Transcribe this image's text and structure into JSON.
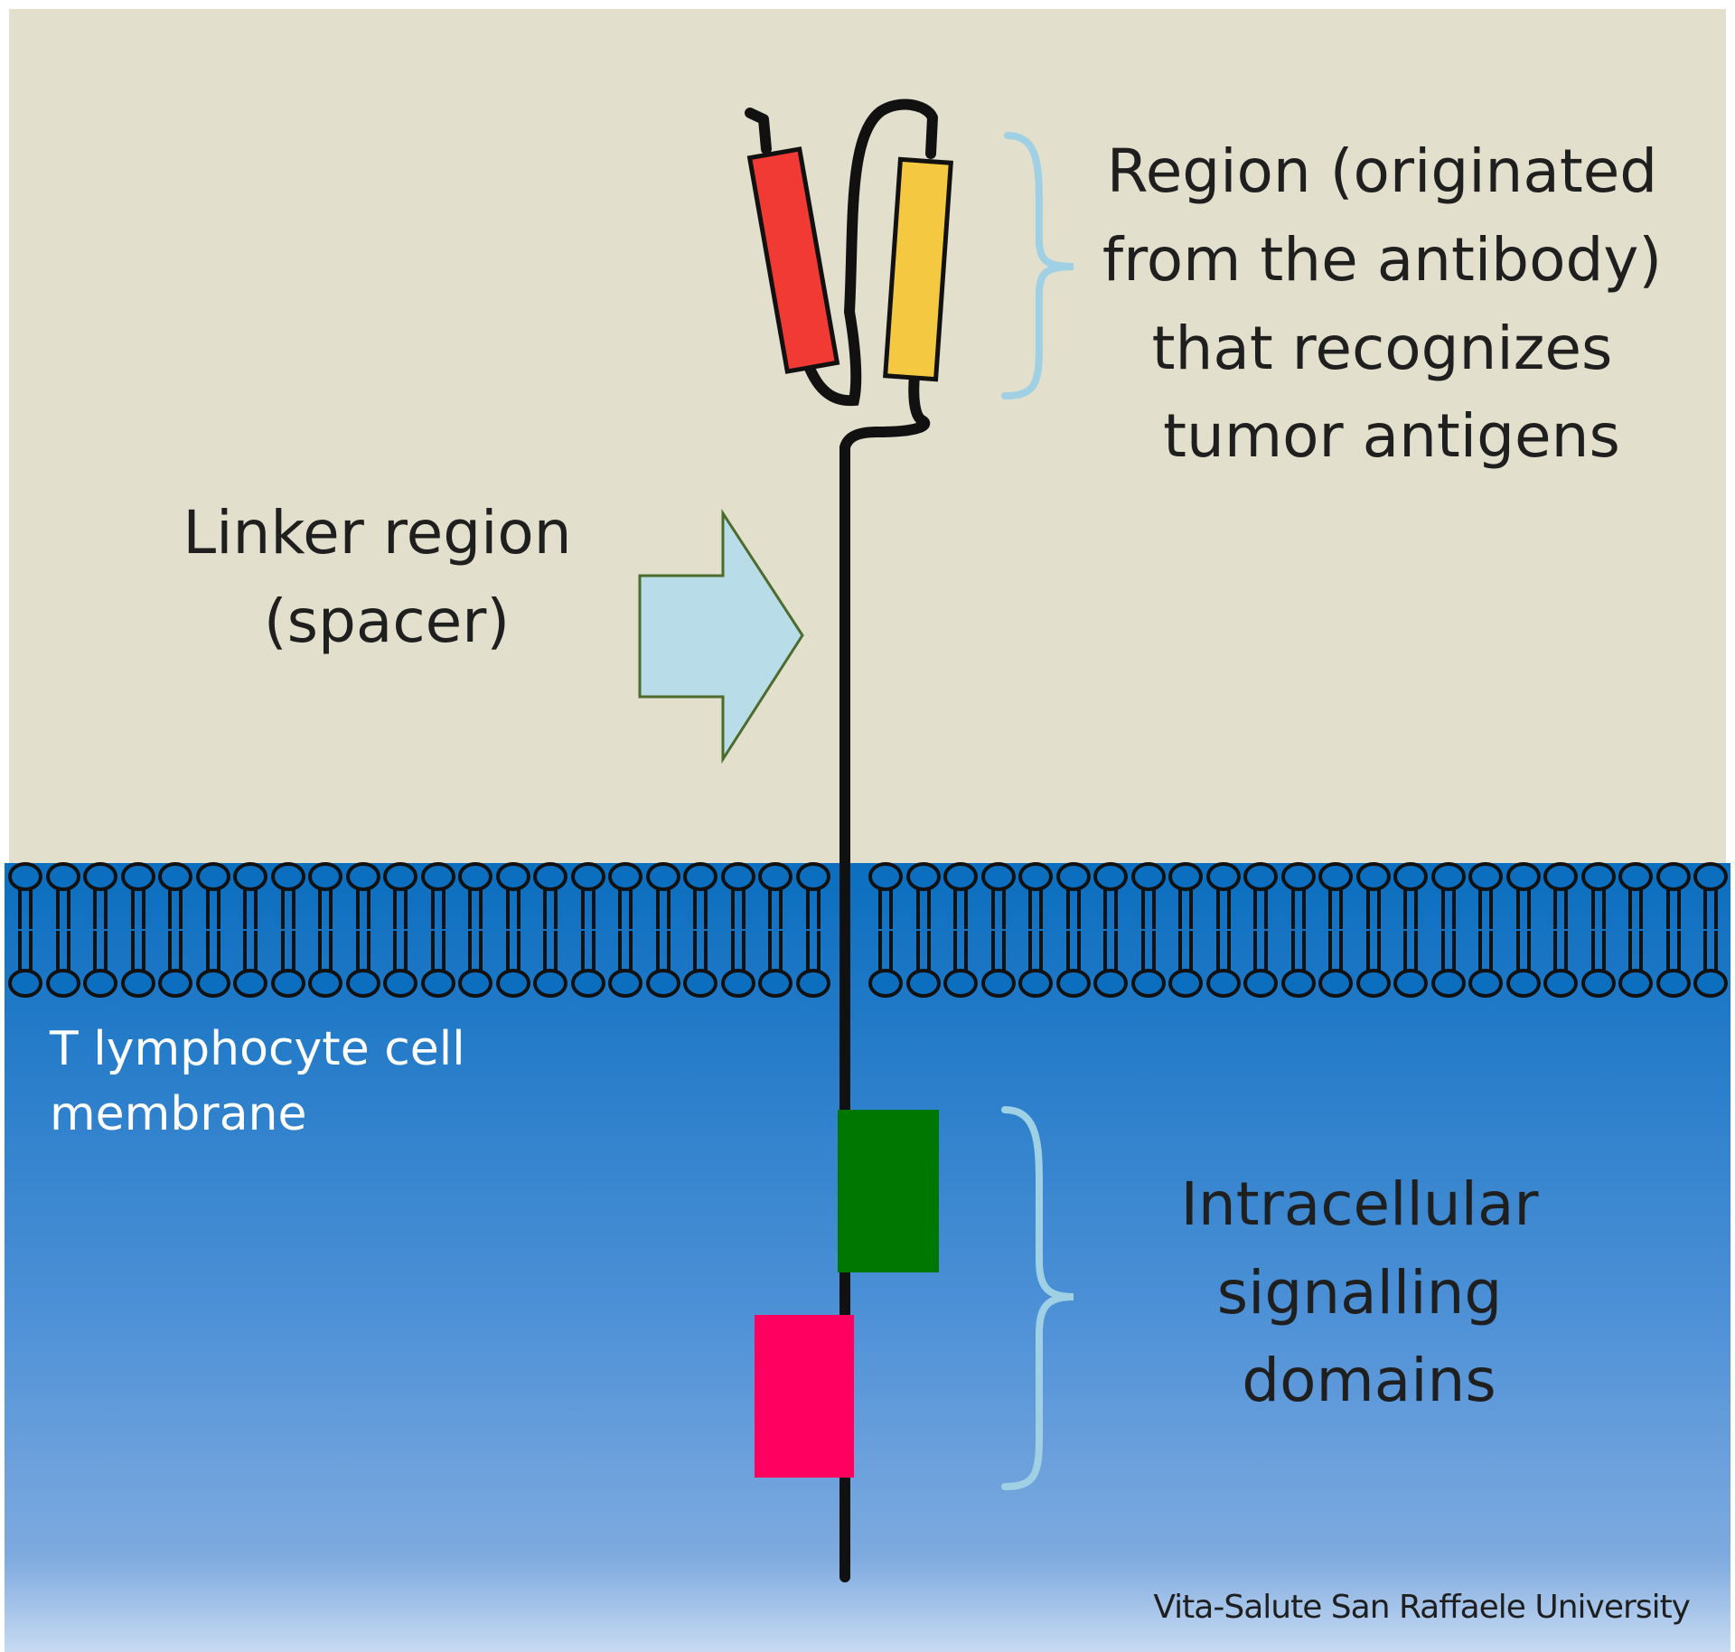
{
  "labels": {
    "antigen_region": [
      "Region (originated",
      "from the antibody)",
      "that recognizes",
      "tumor antigens"
    ],
    "linker": [
      "Linker region",
      "(spacer)"
    ],
    "membrane": [
      "T lymphocyte cell",
      "membrane"
    ],
    "signalling": [
      "Intracellular",
      "signalling",
      "domains"
    ],
    "credit": "Vita-Salute San Raffaele University"
  },
  "colors": {
    "extracellular": "#e2dfcc",
    "intracellular_top": "#0b6ebf",
    "intracellular_bottom": "#c7daf2",
    "vh_domain": "#f23a35",
    "vl_domain": "#f5c842",
    "signal_domain_1": "#007800",
    "signal_domain_2": "#ff0060",
    "arrow_fill": "#b9dde8",
    "arrow_stroke": "#4c6b2c",
    "brace": "#9fd0e4"
  }
}
